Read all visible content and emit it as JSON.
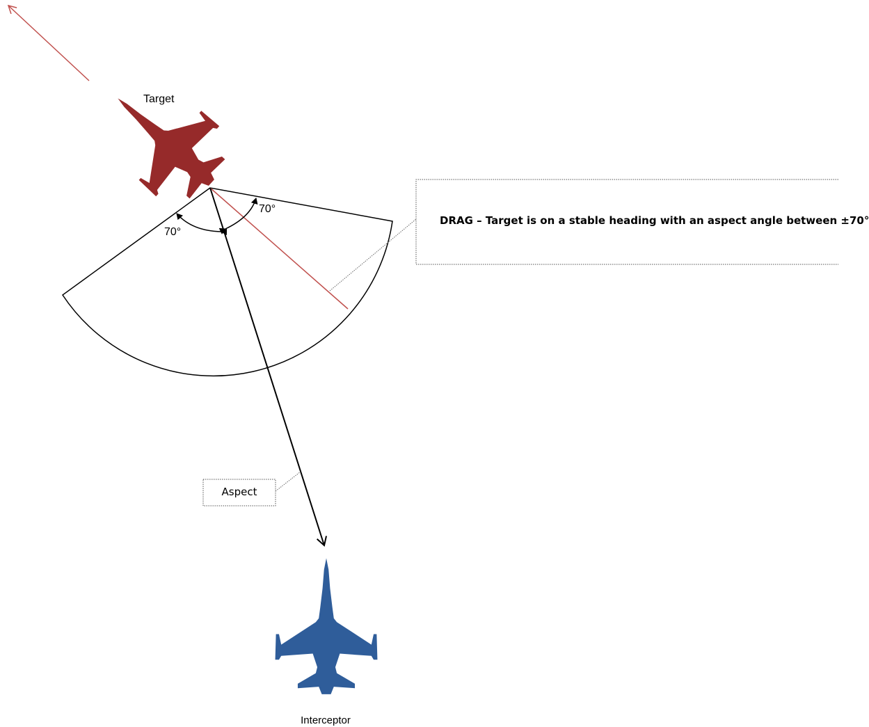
{
  "labels": {
    "target": "Target",
    "interceptor": "Interceptor",
    "angle_right": "70°",
    "angle_left": "70°",
    "aspect": "Aspect",
    "callout": "DRAG – Target is on a stable heading with an aspect angle between ±70°"
  },
  "colors": {
    "target": "#962a2a",
    "interceptor": "#2f5d9a",
    "heading_line": "#c0504d",
    "outline": "#000000",
    "callout_border": "#555555"
  },
  "icons": {
    "target": "fighter-jet-icon",
    "interceptor": "fighter-jet-icon"
  },
  "geometry": {
    "aspect_limit_deg": 70
  }
}
